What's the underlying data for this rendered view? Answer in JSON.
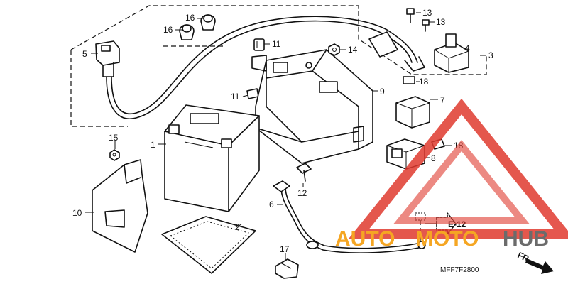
{
  "figure_code": "MFF7F2800",
  "reference": "E-12",
  "direction_label": "FR.",
  "callouts": [
    "1",
    "2",
    "3",
    "4",
    "5",
    "6",
    "7",
    "8",
    "9",
    "10",
    "11",
    "11",
    "12",
    "13",
    "13",
    "14",
    "15",
    "16",
    "16",
    "17",
    "18",
    "18"
  ],
  "watermark": {
    "part1": "AUTO",
    "part2": "MOTO",
    "part3": "HUB",
    "color_red": "#e03a2f",
    "color_orange": "#f5a623",
    "color_gray": "#6b6b6b"
  }
}
